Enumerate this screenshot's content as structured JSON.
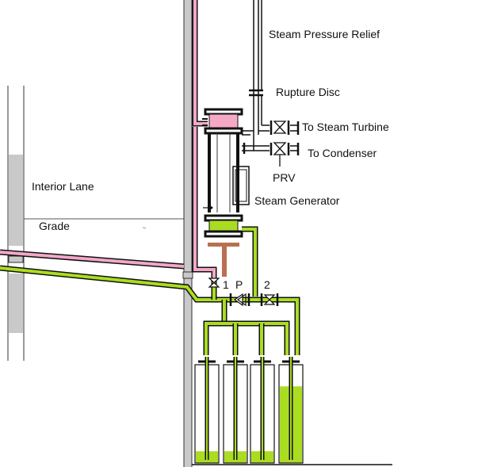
{
  "labels": {
    "steam_pressure_relief": "Steam Pressure Relief",
    "rupture_disc": "Rupture Disc",
    "to_steam_turbine": "To Steam Turbine",
    "to_condenser": "To Condenser",
    "prv": "PRV",
    "steam_generator": "Steam Generator",
    "interior_lane": "Interior Lane",
    "grade": "Grade",
    "valve_1": "1",
    "pump_p": "P",
    "valve_2": "2"
  },
  "colors": {
    "liquid": "#aadd22",
    "steam_line": "#f2a8c8",
    "wall_gray": "#c9c9c9",
    "piston_brown": "#b87050",
    "pipe_outline": "#111111"
  },
  "tanks": {
    "fill_levels": [
      0.12,
      0.12,
      0.12,
      0.78
    ]
  }
}
